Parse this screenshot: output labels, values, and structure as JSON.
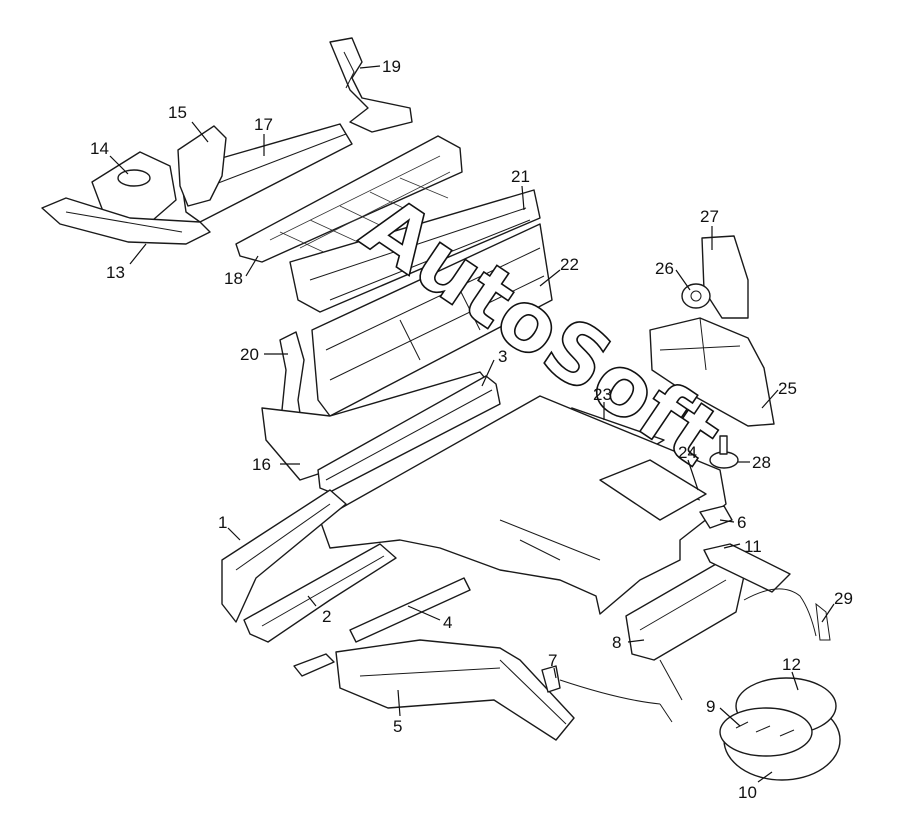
{
  "watermark": "AutoSoft",
  "callouts": [
    {
      "id": "1",
      "label": "1"
    },
    {
      "id": "2",
      "label": "2"
    },
    {
      "id": "3",
      "label": "3"
    },
    {
      "id": "4",
      "label": "4"
    },
    {
      "id": "5",
      "label": "5"
    },
    {
      "id": "6",
      "label": "6"
    },
    {
      "id": "7",
      "label": "7"
    },
    {
      "id": "8",
      "label": "8"
    },
    {
      "id": "9",
      "label": "9"
    },
    {
      "id": "10",
      "label": "10"
    },
    {
      "id": "11",
      "label": "11"
    },
    {
      "id": "12",
      "label": "12"
    },
    {
      "id": "13",
      "label": "13"
    },
    {
      "id": "14",
      "label": "14"
    },
    {
      "id": "15",
      "label": "15"
    },
    {
      "id": "16",
      "label": "16"
    },
    {
      "id": "17",
      "label": "17"
    },
    {
      "id": "18",
      "label": "18"
    },
    {
      "id": "19",
      "label": "19"
    },
    {
      "id": "20",
      "label": "20"
    },
    {
      "id": "21",
      "label": "21"
    },
    {
      "id": "22",
      "label": "22"
    },
    {
      "id": "23",
      "label": "23"
    },
    {
      "id": "24",
      "label": "24"
    },
    {
      "id": "25",
      "label": "25"
    },
    {
      "id": "26",
      "label": "26"
    },
    {
      "id": "27",
      "label": "27"
    },
    {
      "id": "28",
      "label": "28"
    },
    {
      "id": "29",
      "label": "29"
    }
  ]
}
